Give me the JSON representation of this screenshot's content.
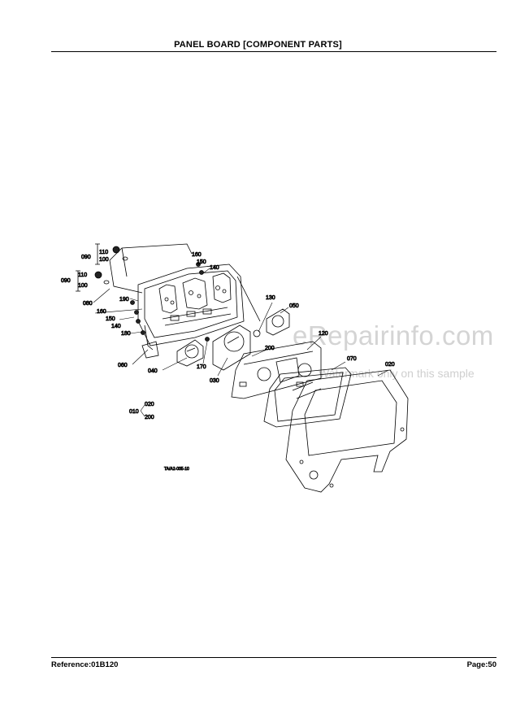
{
  "header": {
    "title": "PANEL BOARD [COMPONENT PARTS]"
  },
  "watermark": {
    "site": "eRepairinfo.com",
    "note": "Watermark only on this sample"
  },
  "diagram": {
    "caption": "TA/A2-035-10",
    "callouts": {
      "c110a": "110",
      "c100a": "100",
      "c090a": "090",
      "c110b": "110",
      "c100b": "100",
      "c090b": "090",
      "c080": "080",
      "c190": "190",
      "c160a": "160",
      "c150a": "150",
      "c140a": "140",
      "c180": "180",
      "c060": "060",
      "c040": "040",
      "c170": "170",
      "c030": "030",
      "c160b": "160",
      "c150b": "150",
      "c140b": "140",
      "c130": "130",
      "c050": "050",
      "c120": "120",
      "c200": "200",
      "c070": "070",
      "c020": "020",
      "c010": "010",
      "c020s": "020",
      "c200s": "200"
    }
  },
  "footer": {
    "reference": "Reference:01B120",
    "page": "Page:50"
  }
}
